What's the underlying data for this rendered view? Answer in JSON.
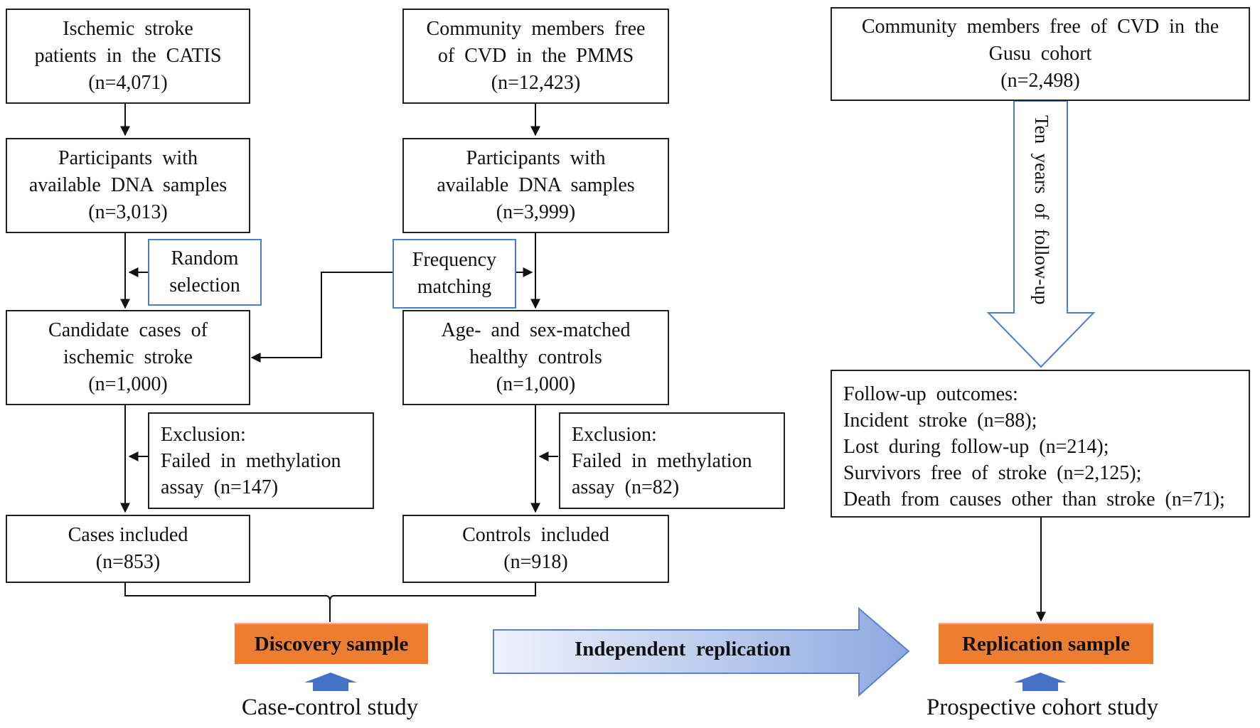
{
  "case_control": {
    "catis_box": [
      "Ischemic  stroke",
      "patients  in  the  CATIS",
      "(n=4,071)"
    ],
    "case_dna_box": [
      "Participants  with",
      "available  DNA  samples",
      "(n=3,013)"
    ],
    "random_selection": [
      "Random",
      "selection"
    ],
    "candidate_cases_box": [
      "Candidate  cases  of",
      "ischemic  stroke",
      "(n=1,000)"
    ],
    "case_exclusion": [
      "Exclusion:",
      "Failed  in  methylation",
      "assay  (n=147)"
    ],
    "cases_included": [
      "Cases included",
      "(n=853)"
    ],
    "pmms_box": [
      "Community  members  free",
      "of  CVD  in  the  PMMS",
      "(n=12,423)"
    ],
    "control_dna_box": [
      "Participants  with",
      "available  DNA  samples",
      "(n=3,999)"
    ],
    "frequency_matching": [
      "Frequency",
      "matching"
    ],
    "matched_controls_box": [
      "Age-  and  sex-matched",
      "healthy  controls",
      "(n=1,000)"
    ],
    "control_exclusion": [
      "Exclusion:",
      "Failed  in  methylation",
      "assay  (n=82)"
    ],
    "controls_included": [
      "Controls  included",
      "(n=918)"
    ],
    "discovery_label": "Discovery sample",
    "study_caption": "Case-control study"
  },
  "cohort": {
    "gusu_box": [
      "Community  members  free  of  CVD  in  the",
      "Gusu  cohort",
      "(n=2,498)"
    ],
    "follow_up_label": "Ten  years  of  follow-up",
    "outcomes_box": [
      "Follow-up  outcomes:",
      "Incident  stroke  (n=88);",
      "Lost  during  follow-up  (n=214);",
      "Survivors  free  of  stroke  (n=2,125);",
      "Death  from  causes  other  than  stroke  (n=71);"
    ],
    "replication_label": "Replication sample",
    "study_caption": "Prospective cohort study"
  },
  "independent_replication": "Independent  replication",
  "colors": {
    "tag_fill": "#ed7d31",
    "blue_border": "#4a7fc1",
    "small_arrow": "#4472c4",
    "big_arrow_start": "#eef2fb",
    "big_arrow_end": "#8ea9e0"
  }
}
